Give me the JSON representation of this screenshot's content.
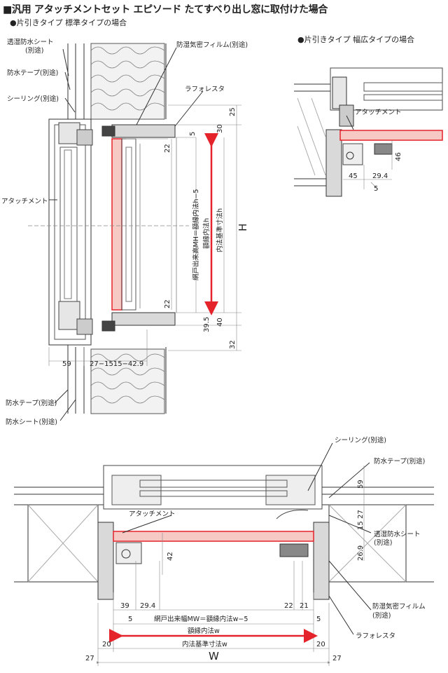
{
  "title": "■汎用 アタッチメントセット エピソード たてすべり出し窓に取付けた場合",
  "subtitle_standard": "●片引きタイプ 標準タイプの場合",
  "subtitle_wide": "●片引きタイプ 幅広タイプの場合",
  "vertical_section": {
    "labels": {
      "moisture_sheet": "透湿防水シート",
      "moisture_sheet_note": "(別途)",
      "waterproof_tape": "防水テープ(別途)",
      "sealing": "シーリング(別途)",
      "attachment": "アタッチメント",
      "airtight_film": "防湿気密フィルム(別途)",
      "lath_forester": "ラフォレスタ",
      "waterproof_tape_bottom": "防水テープ(別途)",
      "waterproof_sheet_bottom": "防水シート(別途)"
    },
    "dims": {
      "d25": "25",
      "d30": "30",
      "d5": "5",
      "d22a": "22",
      "d22b": "22",
      "d39_5": "39.5",
      "d40": "40",
      "d32": "32",
      "d59": "59",
      "d27_15_15_42_9": "27−1515−42.9"
    },
    "vertical_texts": {
      "net_height": "網戸出来高MH＝額縁内法h−5",
      "frame_inner_h": "額縁内法h",
      "inner_std_h": "内法基準寸法h",
      "H": "H"
    }
  },
  "wide_section": {
    "labels": {
      "attachment": "アタッチメント"
    },
    "dims": {
      "d46": "46",
      "d45": "45",
      "d29_4": "29.4",
      "d5": "5"
    }
  },
  "horizontal_section": {
    "labels": {
      "sealing": "シーリング(別途)",
      "waterproof_tape": "防水テープ(別途)",
      "moisture_sheet": "透湿防水シート",
      "moisture_sheet_note": "(別途)",
      "attachment": "アタッチメント",
      "airtight_film": "防湿気密フィルム",
      "airtight_film_note": "(別途)",
      "lath_forester": "ラフォレスタ"
    },
    "dims": {
      "d59": "59",
      "d27": "27",
      "d15": "15",
      "d26_9": "26.9",
      "d42": "42",
      "d39": "39",
      "d29_4": "29.4",
      "d22": "22",
      "d21": "21",
      "d5a": "5",
      "d5b": "5",
      "d20a": "20",
      "d20b": "20",
      "d27a": "27",
      "d27b": "27"
    },
    "texts": {
      "net_width": "網戸出来幅MW＝額縁内法w−5",
      "frame_inner_w": "額縁内法w",
      "inner_std_w": "内法基準寸法w",
      "W": "W"
    }
  },
  "colors": {
    "accent_red": "#e5232b",
    "pink_fill": "#f6c9c4",
    "line": "#333333",
    "insulation": "#777777"
  }
}
